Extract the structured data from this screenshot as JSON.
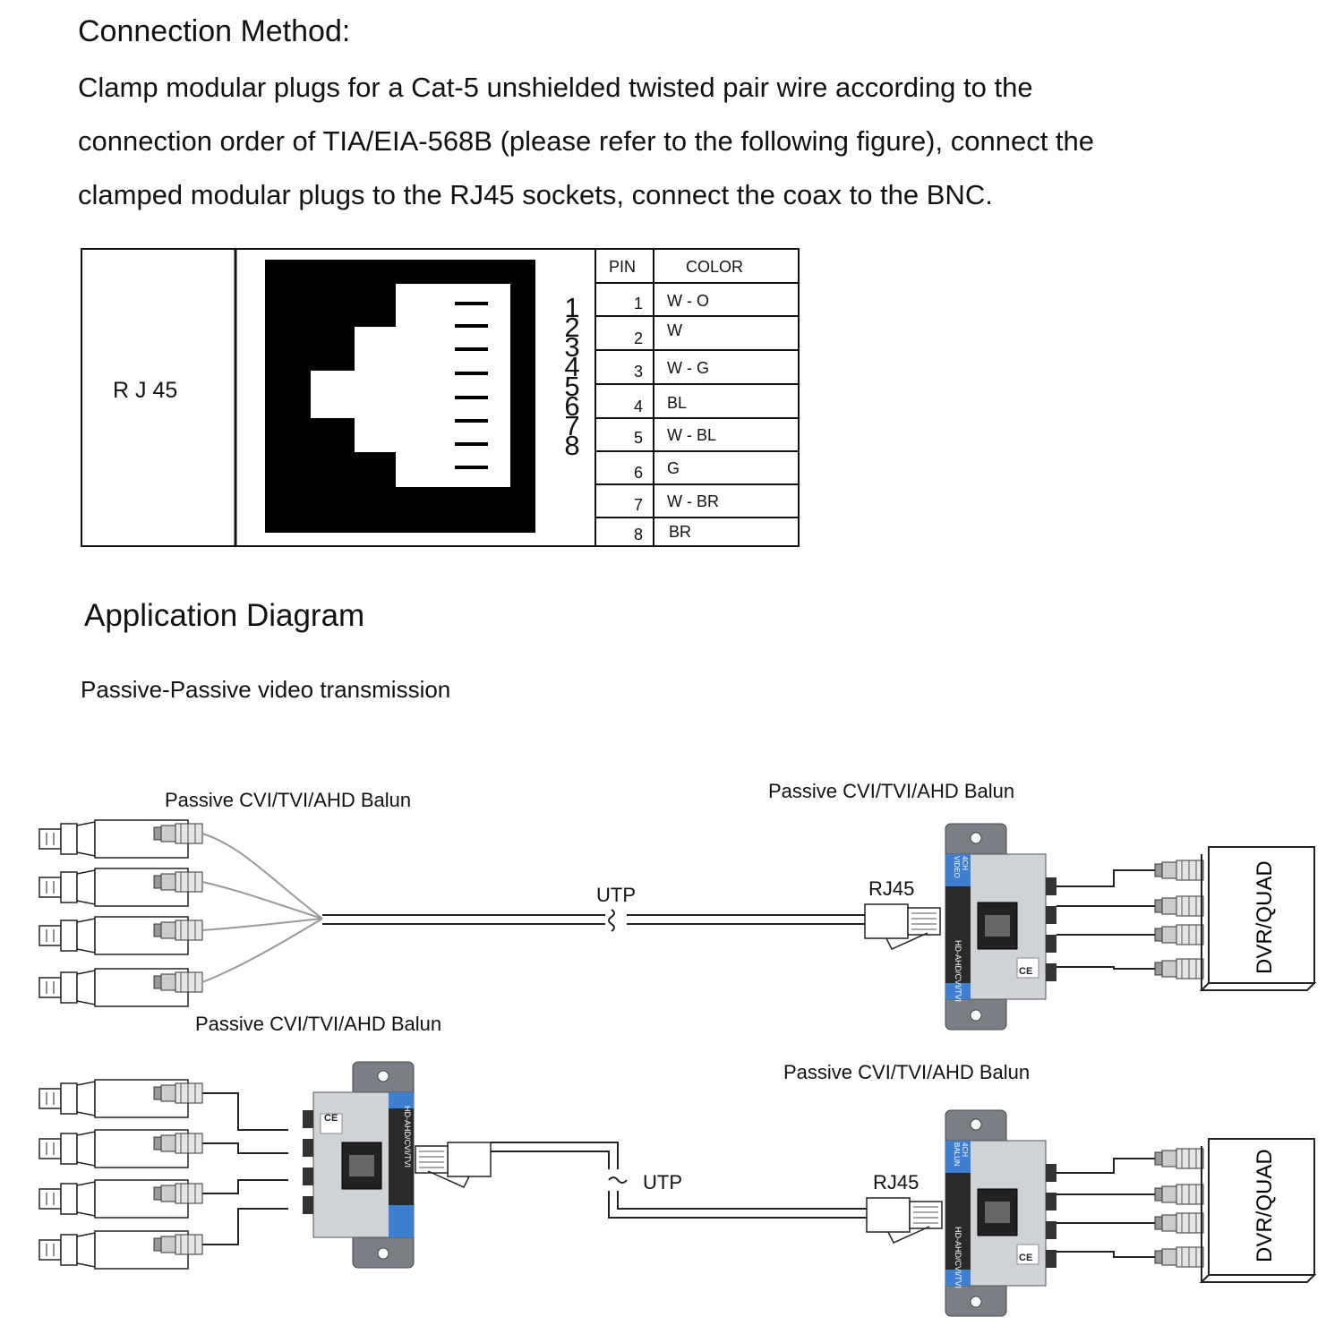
{
  "connection": {
    "heading": "Connection Method:",
    "lines": [
      "Clamp modular plugs for a Cat-5 unshielded twisted pair wire according to the",
      "connection order of TIA/EIA-568B (please refer to the following figure), connect the",
      "clamped modular plugs to the RJ45 sockets, connect the coax to the BNC."
    ]
  },
  "pin_table": {
    "connector_label": "R J 45",
    "col_pin": "PIN",
    "col_color": "COLOR",
    "side_numbers": [
      "1",
      "2",
      "3",
      "4",
      "5",
      "6",
      "7",
      "8"
    ],
    "rows": [
      {
        "pin": "1",
        "color": "W - O"
      },
      {
        "pin": "2",
        "color": "W"
      },
      {
        "pin": "3",
        "color": "W - G"
      },
      {
        "pin": "4",
        "color": "BL"
      },
      {
        "pin": "5",
        "color": "W - BL"
      },
      {
        "pin": "6",
        "color": "G"
      },
      {
        "pin": "7",
        "color": "W - BR"
      },
      {
        "pin": "8",
        "color": "BR"
      }
    ]
  },
  "application": {
    "title": "Application Diagram",
    "subtitle": "Passive-Passive video transmission",
    "top": {
      "left_balun_label": "Passive CVI/TVI/AHD Balun",
      "right_balun_label": "Passive CVI/TVI/AHD Balun",
      "cable_label": "UTP",
      "plug_label": "RJ45",
      "recorder_label": "DVR/QUAD"
    },
    "bottom": {
      "left_balun_label": "Passive CVI/TVI/AHD Balun",
      "right_balun_label": "Passive CVI/TVI/AHD Balun",
      "cable_label": "UTP",
      "plug_label": "RJ45",
      "recorder_label": "DVR/QUAD"
    },
    "balun_face": {
      "channels": "4CH",
      "video": "VIDEO",
      "balun": "BALUN",
      "formats": "HD-AHD/CVI/TVI",
      "mark": "CE"
    }
  }
}
